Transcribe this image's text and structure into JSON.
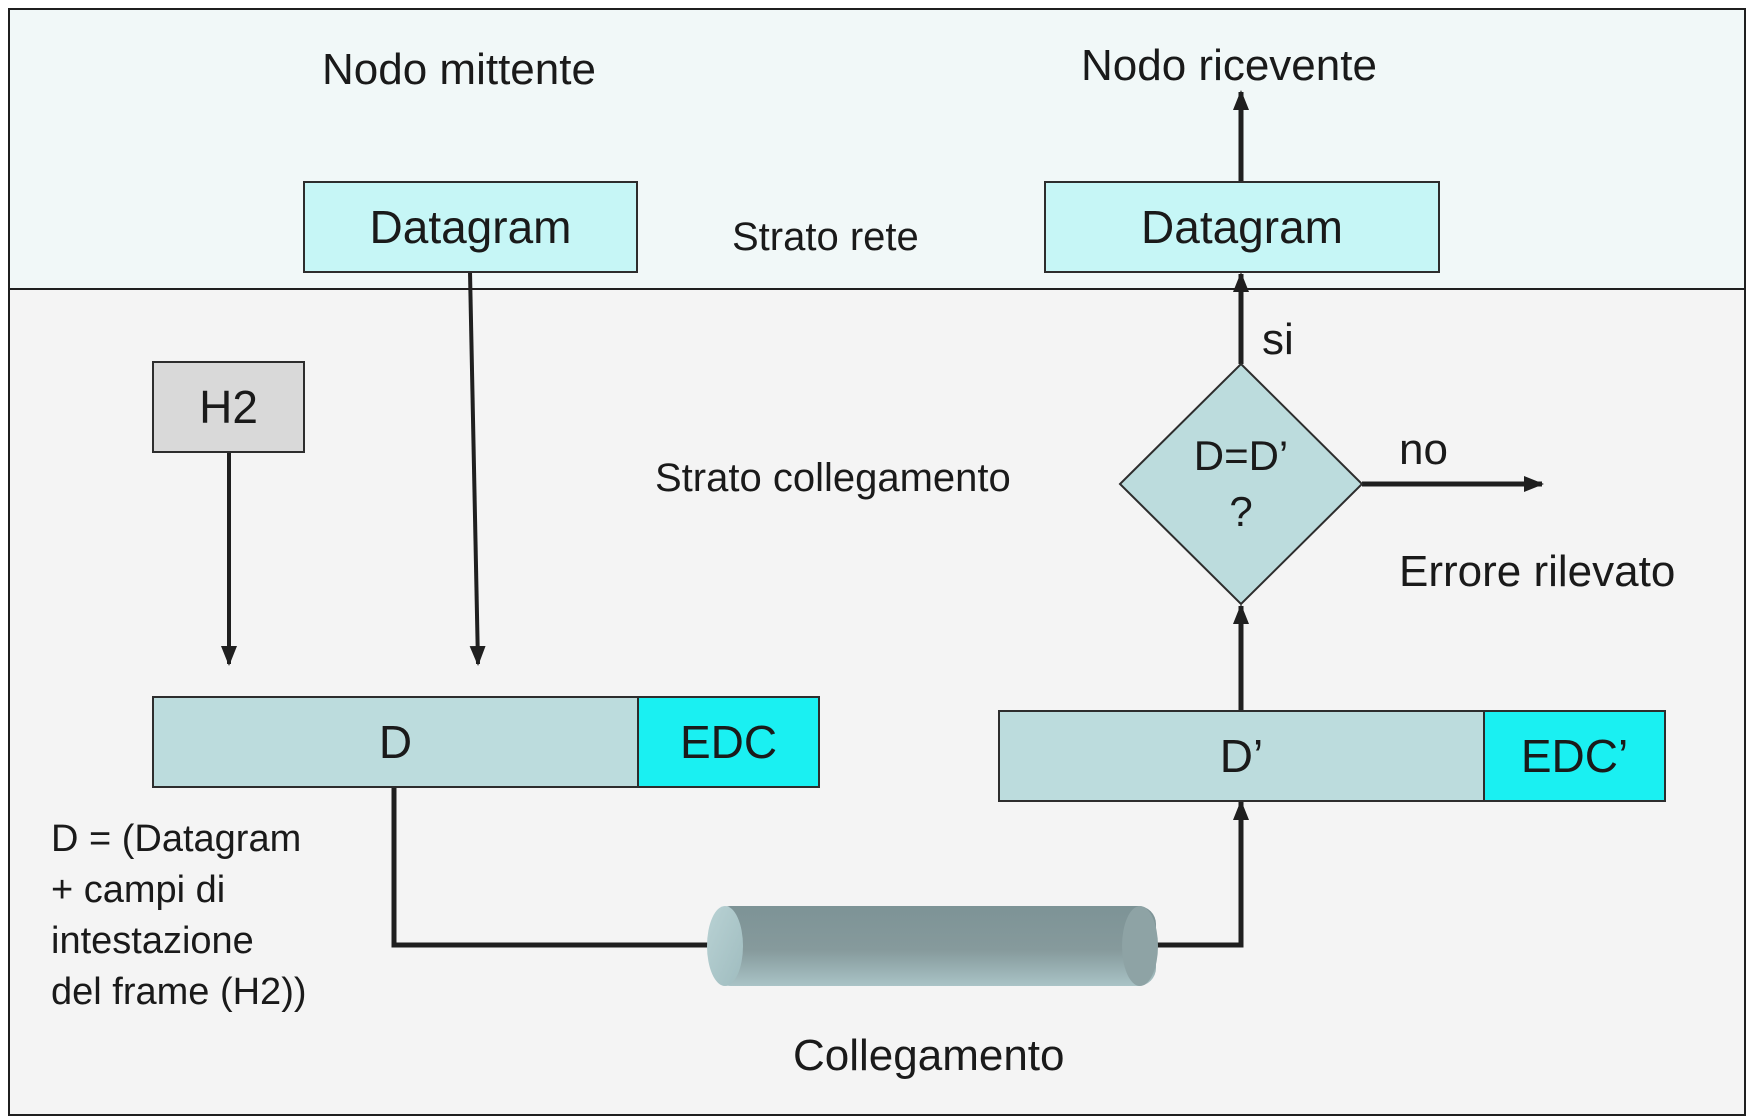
{
  "labels": {
    "sender_node": "Nodo mittente",
    "receiver_node": "Nodo ricevente",
    "network_layer": "Strato rete",
    "link_layer": "Strato collegamento",
    "link": "Collegamento",
    "error_detected": "Errore rilevato",
    "yes": "si",
    "no": "no"
  },
  "sender": {
    "datagram": "Datagram",
    "header": "H2",
    "data_field": "D",
    "edc_field": "EDC"
  },
  "receiver": {
    "datagram": "Datagram",
    "data_field": "D’",
    "edc_field": "EDC’",
    "check_line1": "D=D’",
    "check_line2": "?"
  },
  "note": {
    "line1": "D = (Datagram",
    "line2": "+ campi di",
    "line3": "intestazione",
    "line4": "del frame (H2))"
  },
  "colors": {
    "network_band": "#f1f8f8",
    "link_band": "#f4f4f4",
    "datagram_fill": "#c6f6f6",
    "header_fill": "#d9d9d9",
    "data_fill": "#bcdcdd",
    "edc_fill": "#1af0f2",
    "decision_fill": "#bcdcdd",
    "link_cable": "#8a9da0"
  }
}
